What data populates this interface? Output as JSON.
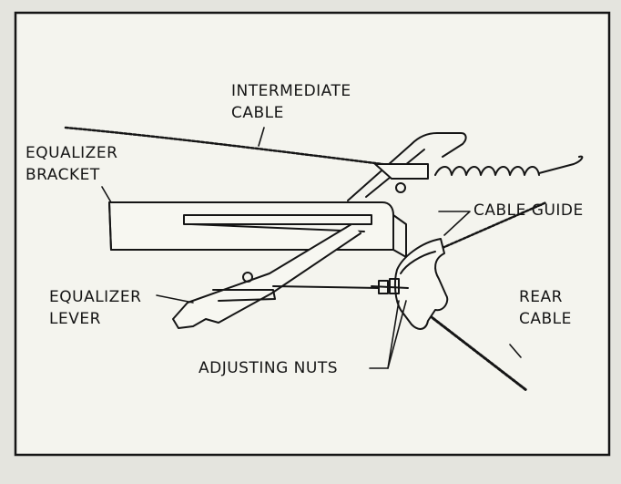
{
  "labels": {
    "intermediate_cable": [
      "INTERMEDIATE",
      "CABLE"
    ],
    "equalizer_bracket": [
      "EQUALIZER",
      "BRACKET"
    ],
    "cable_guide": "CABLE GUIDE",
    "equalizer_lever": [
      "EQUALIZER",
      "LEVER"
    ],
    "rear_cable": [
      "REAR",
      "CABLE"
    ],
    "adjusting_nuts": "ADJUSTING NUTS"
  },
  "colors": {
    "paper": "#e4e4de",
    "panel": "#f4f4ee",
    "ink": "#151515"
  }
}
